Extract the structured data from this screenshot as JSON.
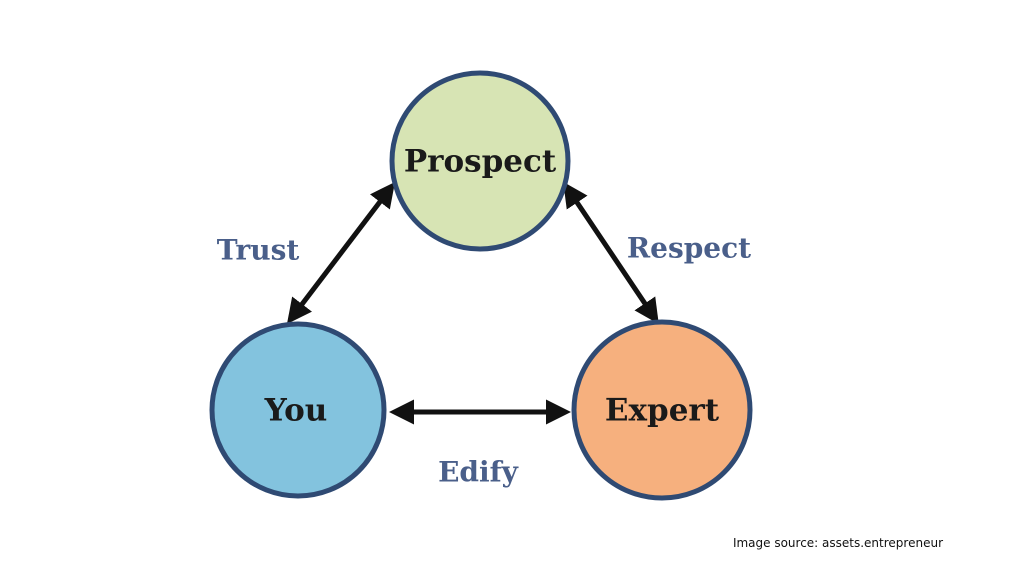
{
  "diagram": {
    "nodes": {
      "prospect": {
        "label": "Prospect",
        "fill": "#d7e4b4",
        "stroke": "#2f4a73"
      },
      "you": {
        "label": "You",
        "fill": "#83c3de",
        "stroke": "#2f4a73"
      },
      "expert": {
        "label": "Expert",
        "fill": "#f6b07e",
        "stroke": "#2f4a73"
      }
    },
    "edges": {
      "trust": {
        "label": "Trust",
        "from": "you",
        "to": "prospect",
        "bidirectional": true
      },
      "respect": {
        "label": "Respect",
        "from": "prospect",
        "to": "expert",
        "bidirectional": true
      },
      "edify": {
        "label": "Edify",
        "from": "you",
        "to": "expert",
        "bidirectional": true
      }
    },
    "label_color": "#4a5f8a",
    "arrow_color": "#111111"
  },
  "caption": {
    "source": "Image source: assets.entrepreneur"
  }
}
